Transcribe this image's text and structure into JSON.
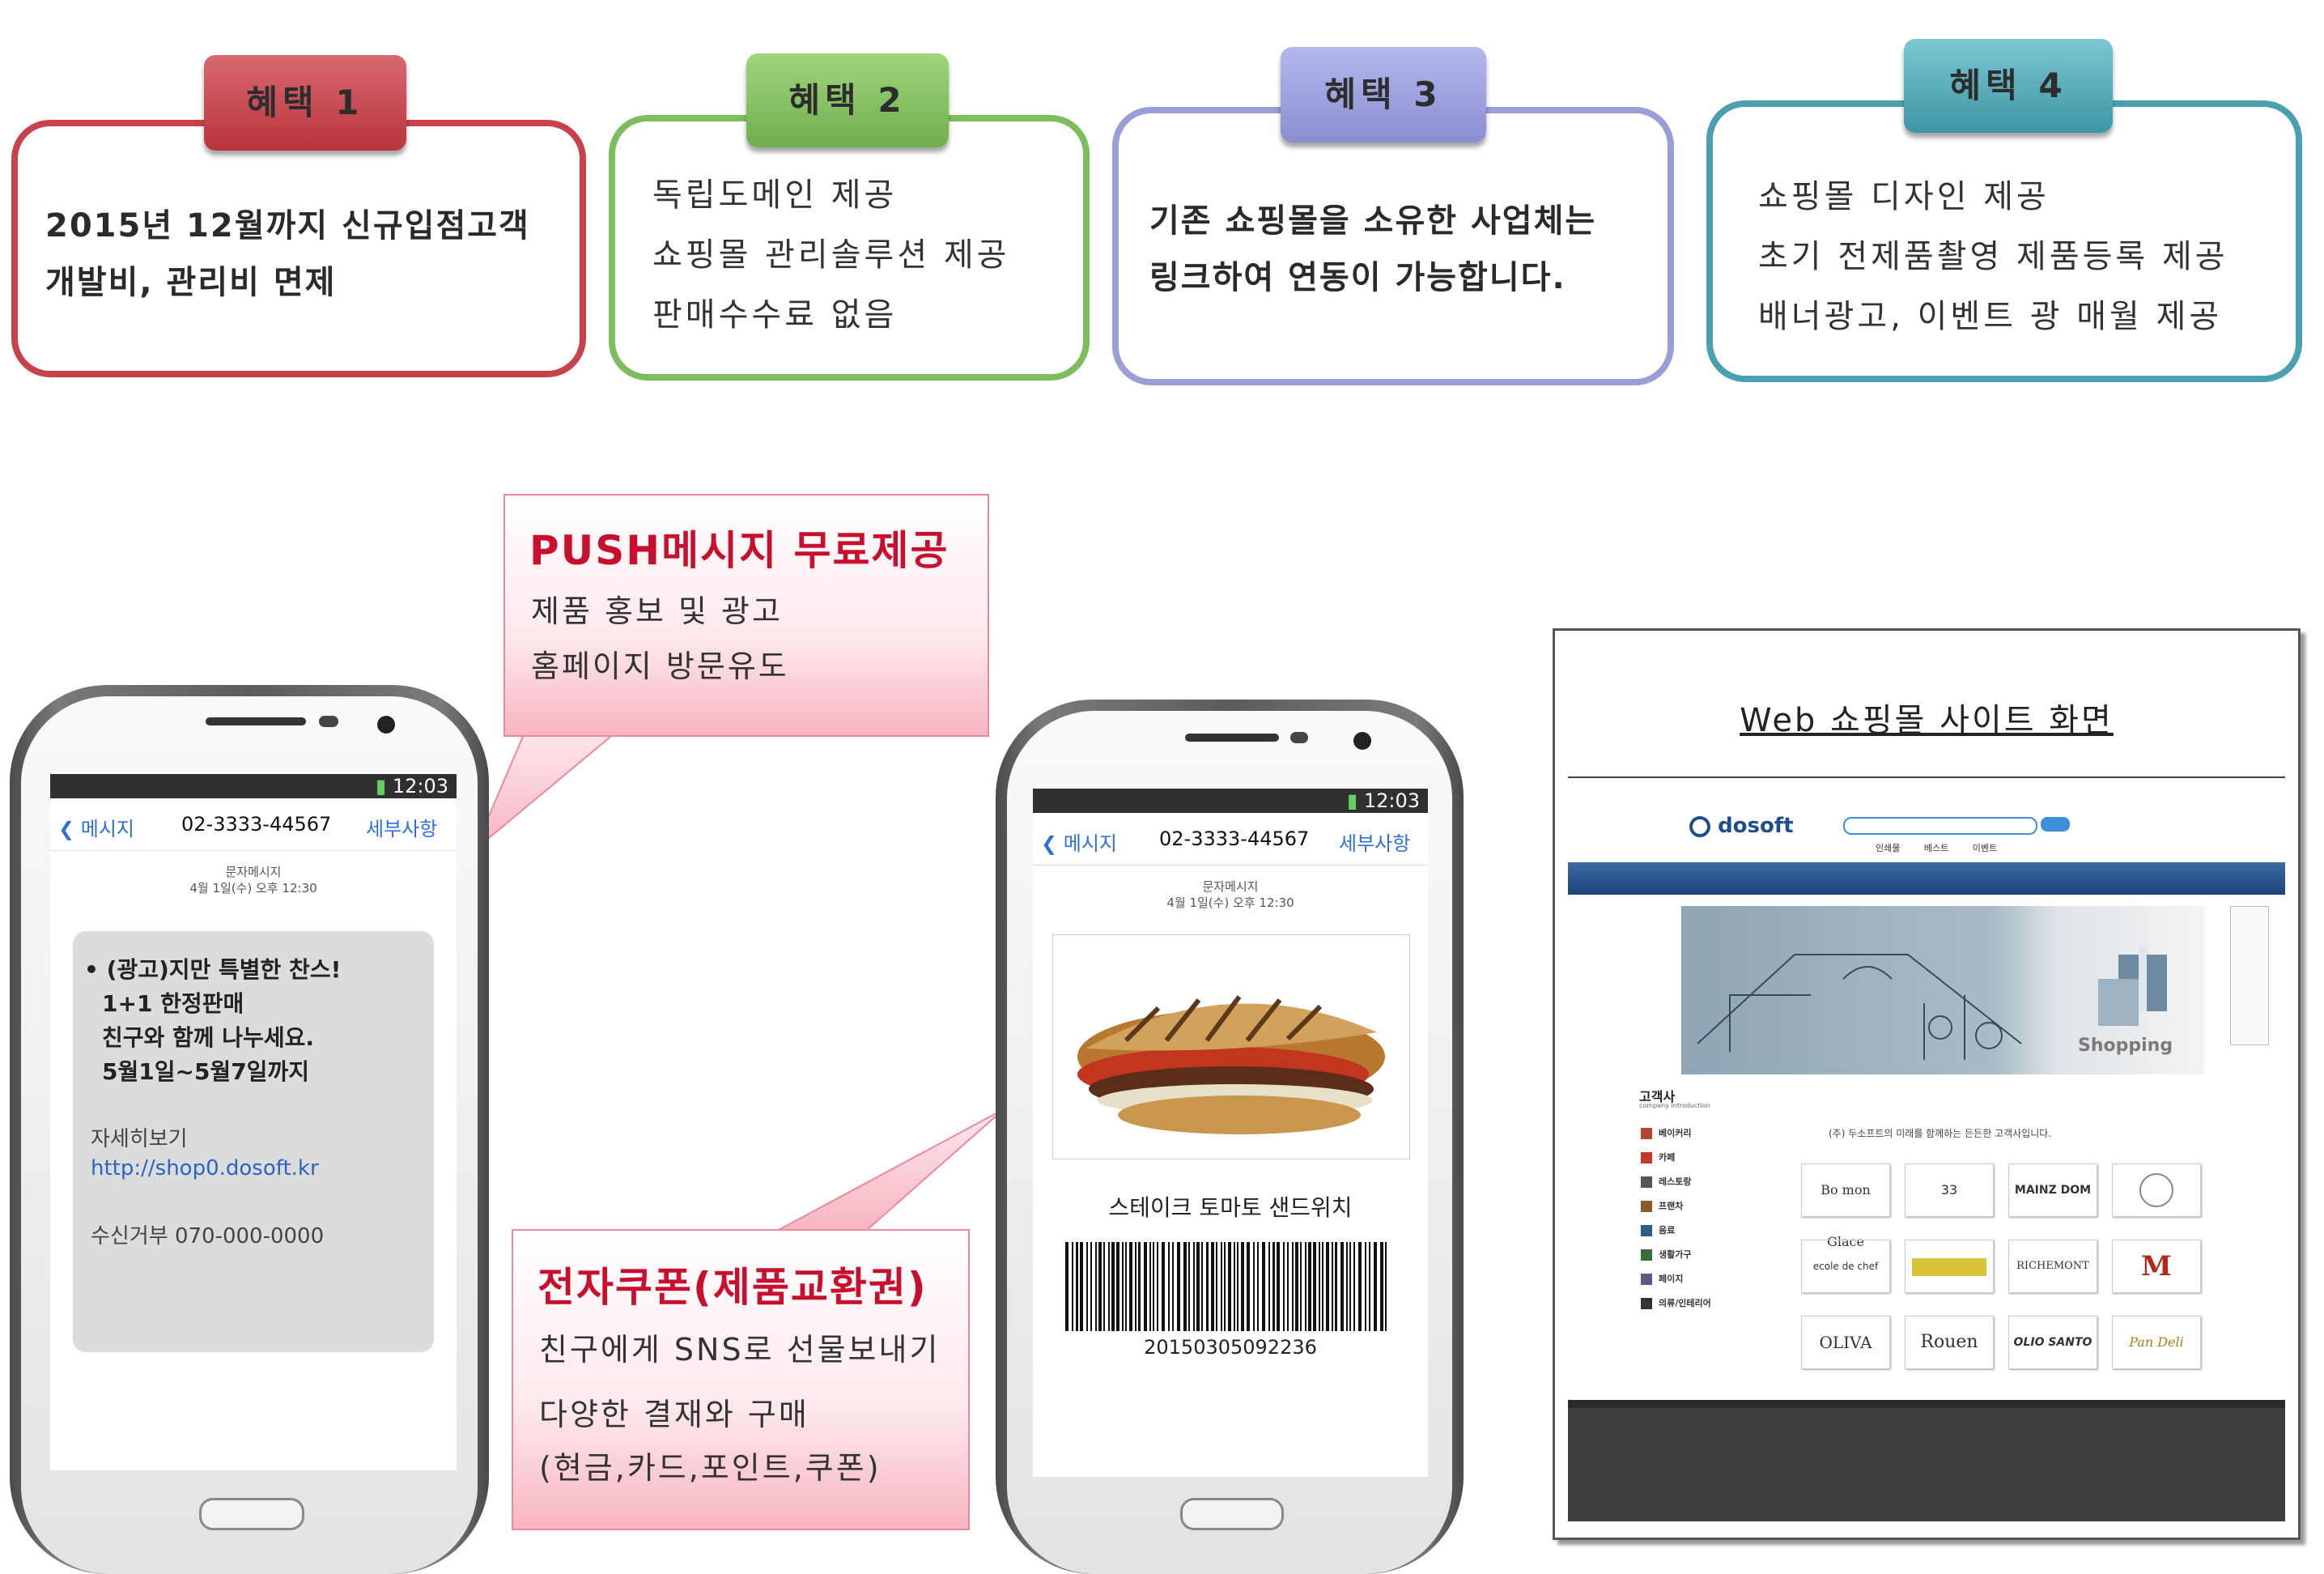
{
  "benefits": [
    {
      "tab": "혜택 1",
      "lines": [
        "2015년 12월까지 신규입점고객",
        "개발비, 관리비 면제"
      ],
      "color": "#c9454f",
      "tab_color": "#c9474f"
    },
    {
      "tab": "혜택 2",
      "lines": [
        "독립도메인 제공",
        "쇼핑몰 관리솔루션 제공",
        "판매수수료 없음"
      ],
      "color": "#7cbd5d",
      "tab_color": "#86c45c"
    },
    {
      "tab": "혜택 3",
      "lines": [
        "기존 쇼핑몰을 소유한 사업체는",
        "링크하여 연동이 가능합니다."
      ],
      "color": "#9a9ed6",
      "tab_color": "#9b9fe0"
    },
    {
      "tab": "혜택 4",
      "lines": [
        "쇼핑몰 디자인 제공",
        "초기 전제품촬영 제품등록 제공",
        "배너광고, 이벤트 광 매월 제공"
      ],
      "color": "#4aa0b0",
      "tab_color": "#4fa9b7"
    }
  ],
  "push_callout": {
    "title": "PUSH메시지 무료제공",
    "lines": [
      "제품 홍보 및 광고",
      "홈페이지 방문유도"
    ]
  },
  "coupon_callout": {
    "title": "전자쿠폰(제품교환권)",
    "lines": [
      "친구에게 SNS로 선물보내기",
      "다양한 결재와 구매",
      "(현금,카드,포인트,쿠폰)"
    ]
  },
  "phone1": {
    "time": "12:03",
    "back": "메시지",
    "number": "02-3333-44567",
    "detail": "세부사항",
    "msg_type": "문자메시지",
    "msg_date": "4월 1일(수) 오후 12:30",
    "bubble": [
      "• (광고)지만 특별한 찬스!",
      "1+1 한정판매",
      "친구와 함께 나누세요.",
      "5월1일~5월7일까지"
    ],
    "more": "자세히보기",
    "link": "http://shop0.dosoft.kr",
    "optout": "수신거부 070-000-0000"
  },
  "phone2": {
    "time": "12:03",
    "back": "메시지",
    "number": "02-3333-44567",
    "detail": "세부사항",
    "msg_type": "문자메시지",
    "msg_date": "4월 1일(수) 오후 12:30",
    "product": "스테이크 토마토 샌드위치",
    "barcode": "20150305092236"
  },
  "web": {
    "title": "Web 쇼핑몰 사이트 화면",
    "logo": "dosoft",
    "nav": [
      "인쇄물",
      "베스트",
      "이벤트"
    ],
    "banner_text": "Shopping",
    "section": "고객사",
    "section_sub": "company introduction",
    "intro": "(주) 두소프트의 미래를 함께하는 든든한 고객사입니다.",
    "categories": [
      "베이커리",
      "카페",
      "레스토랑",
      "프랜차",
      "음료",
      "생활가구",
      "페이지",
      "의류/인테리어"
    ],
    "clients": [
      "Bo mon Glace",
      "33",
      "MAINZ DOM",
      "",
      "ecole de chef",
      "",
      "RICHEMONT",
      "M",
      "OLIVA",
      "Rouen",
      "OLIO SANTO",
      "Pan Deli"
    ]
  }
}
